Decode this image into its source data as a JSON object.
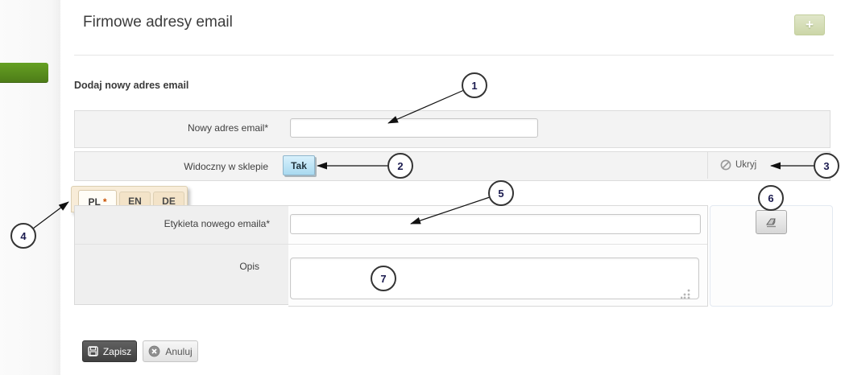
{
  "page": {
    "title": "Firmowe adresy email"
  },
  "header": {
    "add_button_glyph": "+"
  },
  "form": {
    "section_title": "Dodaj nowy adres email",
    "new_email_label": "Nowy adres email*",
    "new_email_value": "",
    "visibility_label": "Widoczny w sklepie",
    "visibility_value": "Tak",
    "hide_link_label": "Ukryj",
    "label_field_label": "Etykieta nowego emaila*",
    "label_field_value": "",
    "description_label": "Opis",
    "description_value": ""
  },
  "language_tabs": [
    {
      "label": "PL",
      "required_marker": "*",
      "active": true
    },
    {
      "label": "EN",
      "required_marker": "",
      "active": false
    },
    {
      "label": "DE",
      "required_marker": "",
      "active": false
    }
  ],
  "actions": {
    "save_label": "Zapisz",
    "cancel_label": "Anuluj"
  },
  "callouts": [
    "1",
    "2",
    "3",
    "4",
    "5",
    "6",
    "7"
  ],
  "icons": {
    "add": "plus-icon",
    "hide": "no-entry-icon",
    "erase": "eraser-icon",
    "save": "floppy-disk-icon",
    "cancel": "circle-x-icon"
  },
  "colors": {
    "accent_green": "#5c8f1f",
    "add_button_green": "#ccd6a8",
    "toggle_blue": "#a9daf0",
    "tab_beige": "#f8ecd8",
    "row_gray": "#f3f3f3",
    "save_button_dark": "#4a4a4a"
  }
}
